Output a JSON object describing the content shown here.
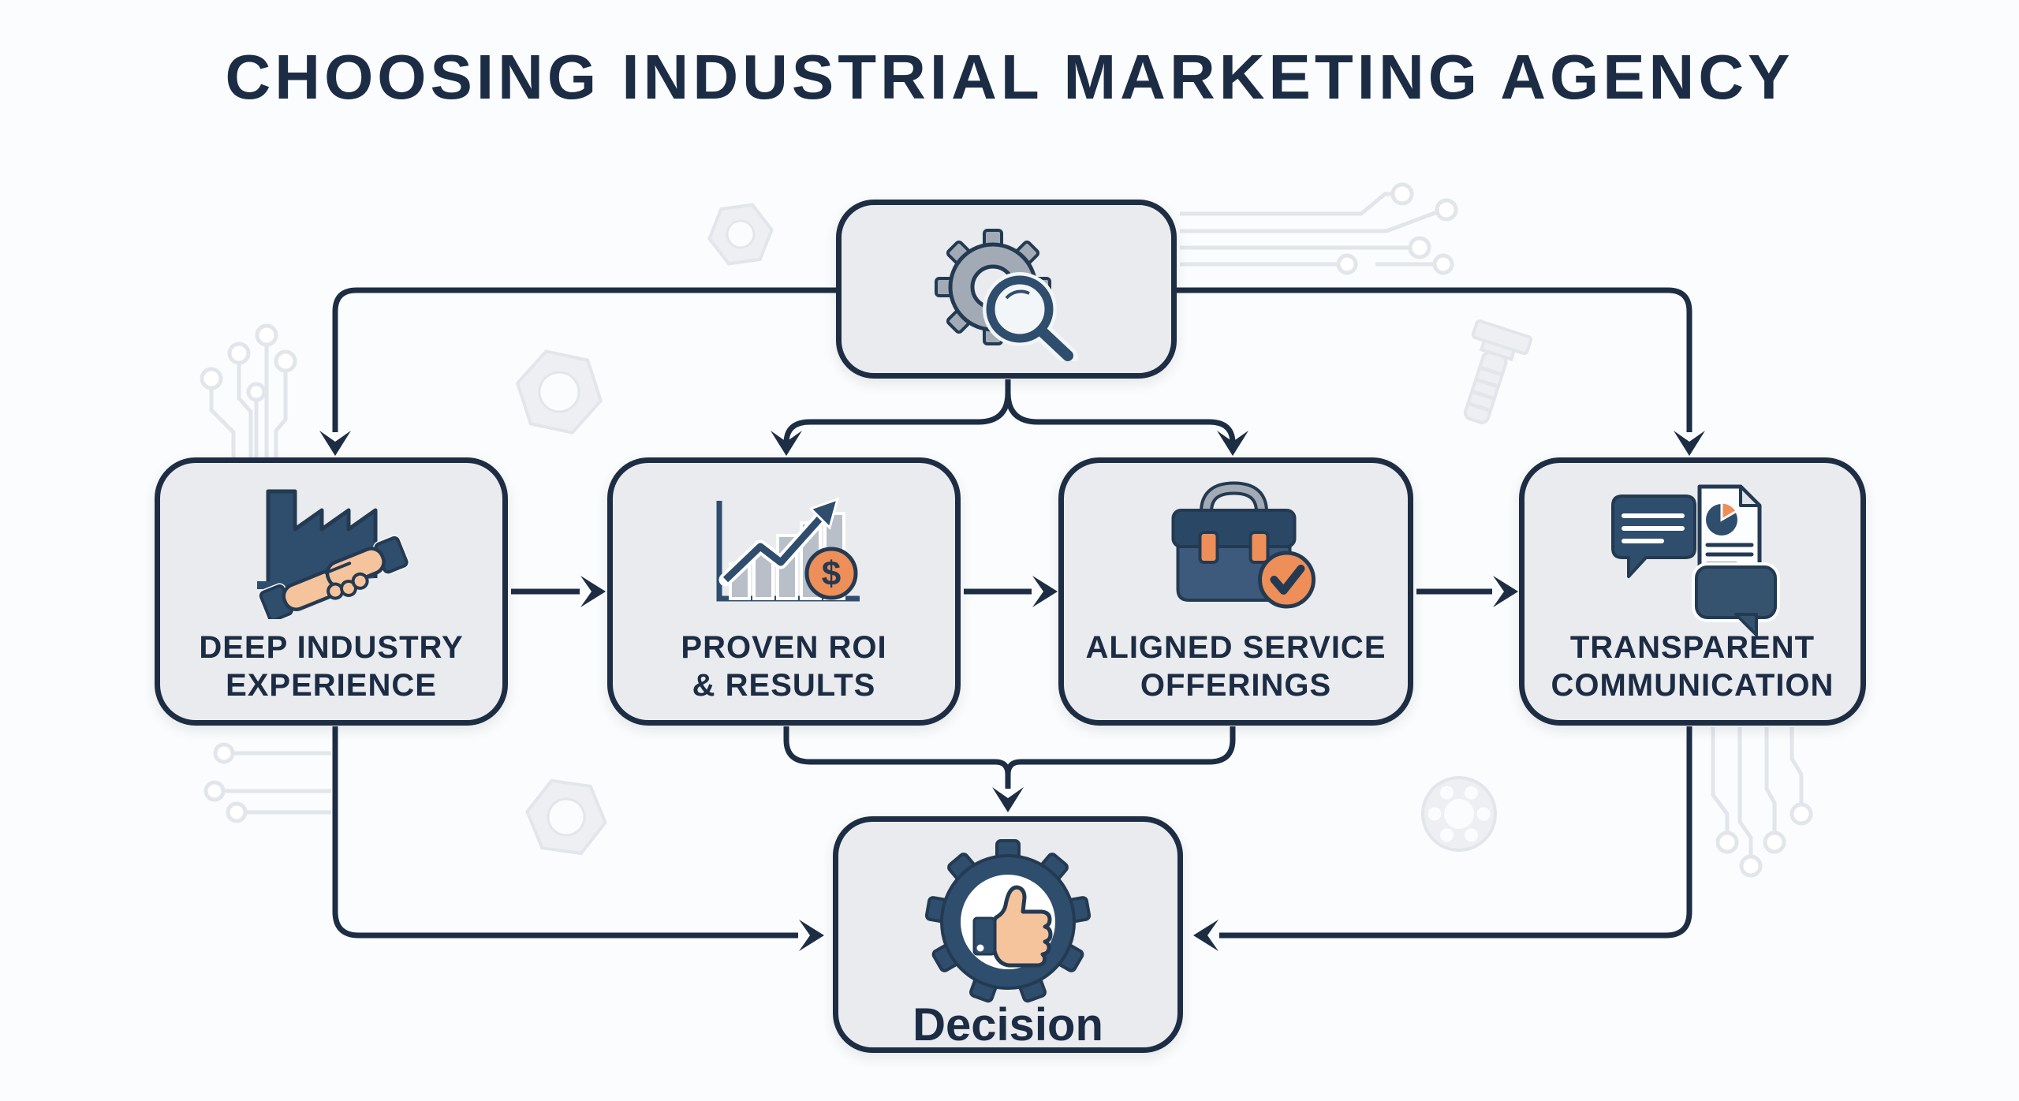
{
  "title": "CHOOSING INDUSTRIAL MARKETING AGENCY",
  "colors": {
    "bg": "#fbfcfd",
    "line": "#1d2d43",
    "ink": "#1c2c44",
    "boxfill": "#e9ebee",
    "iconnavy": "#2f4d6d",
    "icondark": "#233a52",
    "slate": "#3d5a7c",
    "orange": "#ee8e58",
    "skin": "#f5c39c",
    "gray": "#a2abb5",
    "bar": "#b8bfc8",
    "deco": "#e2e6ea",
    "decofill": "#edeff2"
  },
  "nodes": {
    "research": {
      "icon": "gear-magnifier-icon"
    },
    "experience": {
      "icon": "factory-handshake-icon",
      "line1": "DEEP INDUSTRY",
      "line2": "EXPERIENCE"
    },
    "roi": {
      "icon": "growth-chart-dollar-icon",
      "line1": "PROVEN ROI",
      "line2": "& RESULTS",
      "coin_symbol": "$"
    },
    "services": {
      "icon": "toolbox-check-icon",
      "line1": "ALIGNED SERVICE",
      "line2": "OFFERINGS"
    },
    "communication": {
      "icon": "chat-document-icon",
      "line1": "TRANSPARENT",
      "line2": "COMMUNICATION"
    },
    "decision": {
      "icon": "gear-thumbs-up-icon",
      "label": "Decision"
    }
  }
}
